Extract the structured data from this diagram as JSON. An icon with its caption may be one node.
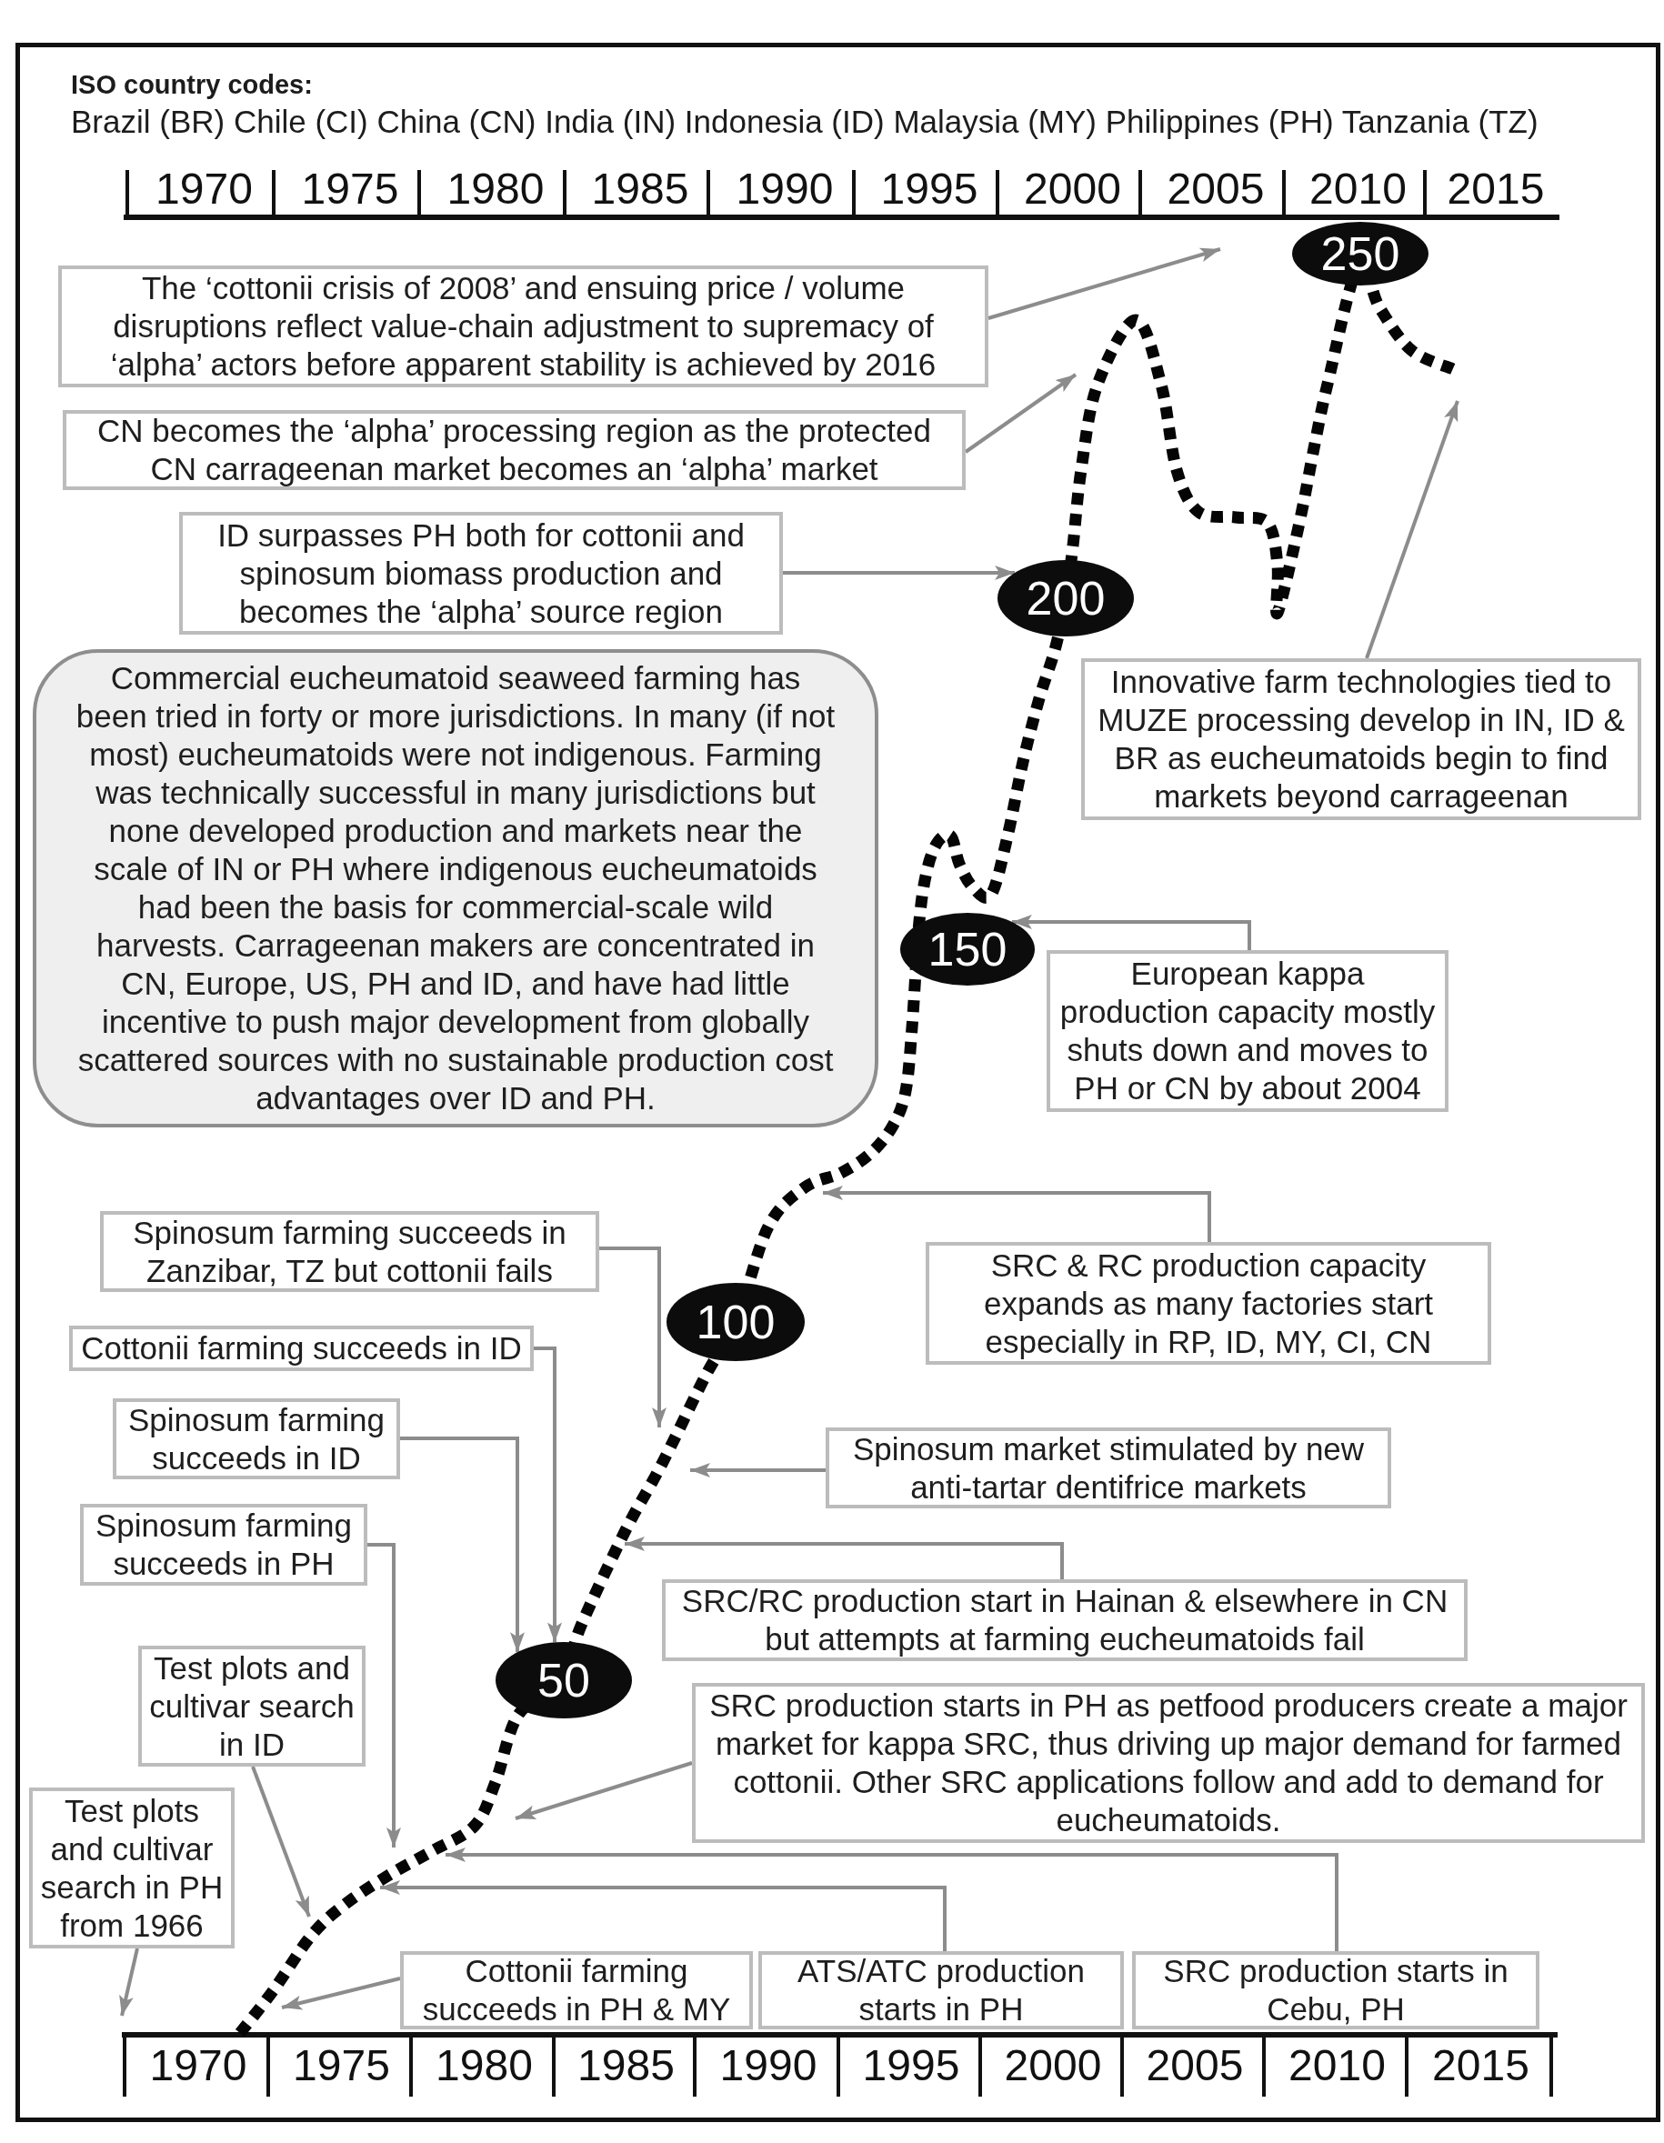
{
  "diagram": {
    "nodes": [
      {
        "text": [
          "250"
        ]
      },
      {
        "text": [
          "The ‘cottonii crisis of 2008’ and ensuing price / volume disruptions reflect value-chain adjustment to supremacy of ‘alpha’ actors before apparent stability is achieved by 2016"
        ]
      },
      {
        "text": [
          "CN becomes the ‘alpha’ processing region as the protected CN carrageenan market becomes an ‘alpha’ market"
        ]
      },
      {
        "text": [
          "ID surpasses PH both for cottonii and spinosum biomass production and becomes the ‘alpha’ source region"
        ]
      },
      {
        "text": [
          "200"
        ]
      },
      {
        "text": [
          "Commercial eucheumatoid seaweed farming has been tried in forty or more jurisdictions. In many (if not most) eucheumatoids were not indigenous. Farming was technically successful in many jurisdictions but none developed production and markets near the scale of IN or PH where indigenous eucheumatoids had been the basis for commercial-scale wild harvests. Carrageenan makers are concentrated in CN, Europe, US, PH and ID, and have had little incentive to push major development from globally scattered sources with no sustainable production cost advantages over ID and PH."
        ]
      },
      {
        "text": [
          "Innovative farm technologies tied to MUZE processing develop in IN, ID & BR as eucheumatoids begin to find markets beyond carrageenan"
        ]
      },
      {
        "text": [
          "150"
        ]
      },
      {
        "text": [
          "European kappa production capacity mostly shuts down and moves to PH or CN by about 2004"
        ]
      },
      {
        "text": [
          "Spinosum farming succeeds in Zanzibar, TZ but cottonii fails"
        ]
      },
      {
        "text": [
          "SRC & RC production capacity expands as many factories start especially in RP, ID, MY, CI, CN"
        ]
      },
      {
        "text": [
          "100"
        ]
      },
      {
        "text": [
          "Cottonii farming succeeds in ID"
        ]
      },
      {
        "text": [
          "Spinosum farming succeeds in ID"
        ]
      },
      {
        "text": [
          "Spinosum market stimulated by new anti-tartar dentifrice markets"
        ]
      },
      {
        "text": [
          "Spinosum farming succeeds in PH"
        ]
      },
      {
        "text": [
          "SRC/RC production start in Hainan & elsewhere in CN but attempts at farming eucheumatoids fail"
        ]
      },
      {
        "text": [
          "Test plots and cultivar search in ID"
        ]
      },
      {
        "text": [
          "50"
        ]
      },
      {
        "text": [
          "SRC production starts in PH as petfood producers create a major market for kappa SRC, thus driving up major demand for farmed cottonii. Other SRC applications follow and add to demand for eucheumatoids."
        ]
      },
      {
        "text": [
          "Test plots and cultivar search in PH from 1966"
        ]
      },
      {
        "text": [
          "Cottonii farming succeeds in PH & MY"
        ]
      },
      {
        "text": [
          "ATS/ATC production starts in PH"
        ]
      },
      {
        "text": [
          "SRC production starts in Cebu, PH"
        ]
      }
    ],
    "edges": [
      {
        "from": 1,
        "to": null,
        "arrow": "to"
      },
      {
        "from": 2,
        "to": null,
        "arrow": "to"
      },
      {
        "from": 3,
        "to": 4,
        "arrow": "to"
      },
      {
        "from": 6,
        "to": null,
        "arrow": "to"
      },
      {
        "from": 8,
        "to": 7,
        "arrow": "to"
      },
      {
        "from": 9,
        "to": null,
        "arrow": "to"
      },
      {
        "from": 10,
        "to": null,
        "arrow": "to"
      },
      {
        "from": 12,
        "to": 18,
        "arrow": "to"
      },
      {
        "from": 13,
        "to": 18,
        "arrow": "to"
      },
      {
        "from": 14,
        "to": null,
        "arrow": "to"
      },
      {
        "from": 15,
        "to": null,
        "arrow": "to"
      },
      {
        "from": 16,
        "to": null,
        "arrow": "to"
      },
      {
        "from": 17,
        "to": null,
        "arrow": "to"
      },
      {
        "from": 19,
        "to": null,
        "arrow": "to"
      },
      {
        "from": 20,
        "to": null,
        "arrow": "to"
      },
      {
        "from": 21,
        "to": null,
        "arrow": "to"
      },
      {
        "from": 22,
        "to": null,
        "arrow": "to"
      },
      {
        "from": 23,
        "to": null,
        "arrow": "to"
      }
    ],
    "labels": [
      "ISO country codes:",
      "Brazil (BR) Chile (CI) China (CN) India (IN) Indonesia (ID) Malaysia (MY) Philippines (PH) Tanzania (TZ)",
      "1970",
      "1975",
      "1980",
      "1985",
      "1990",
      "1995",
      "2000",
      "2005",
      "2010",
      "2015",
      "1970",
      "1975",
      "1980",
      "1985",
      "1990",
      "1995",
      "2000",
      "2005",
      "2010",
      "2015"
    ]
  }
}
